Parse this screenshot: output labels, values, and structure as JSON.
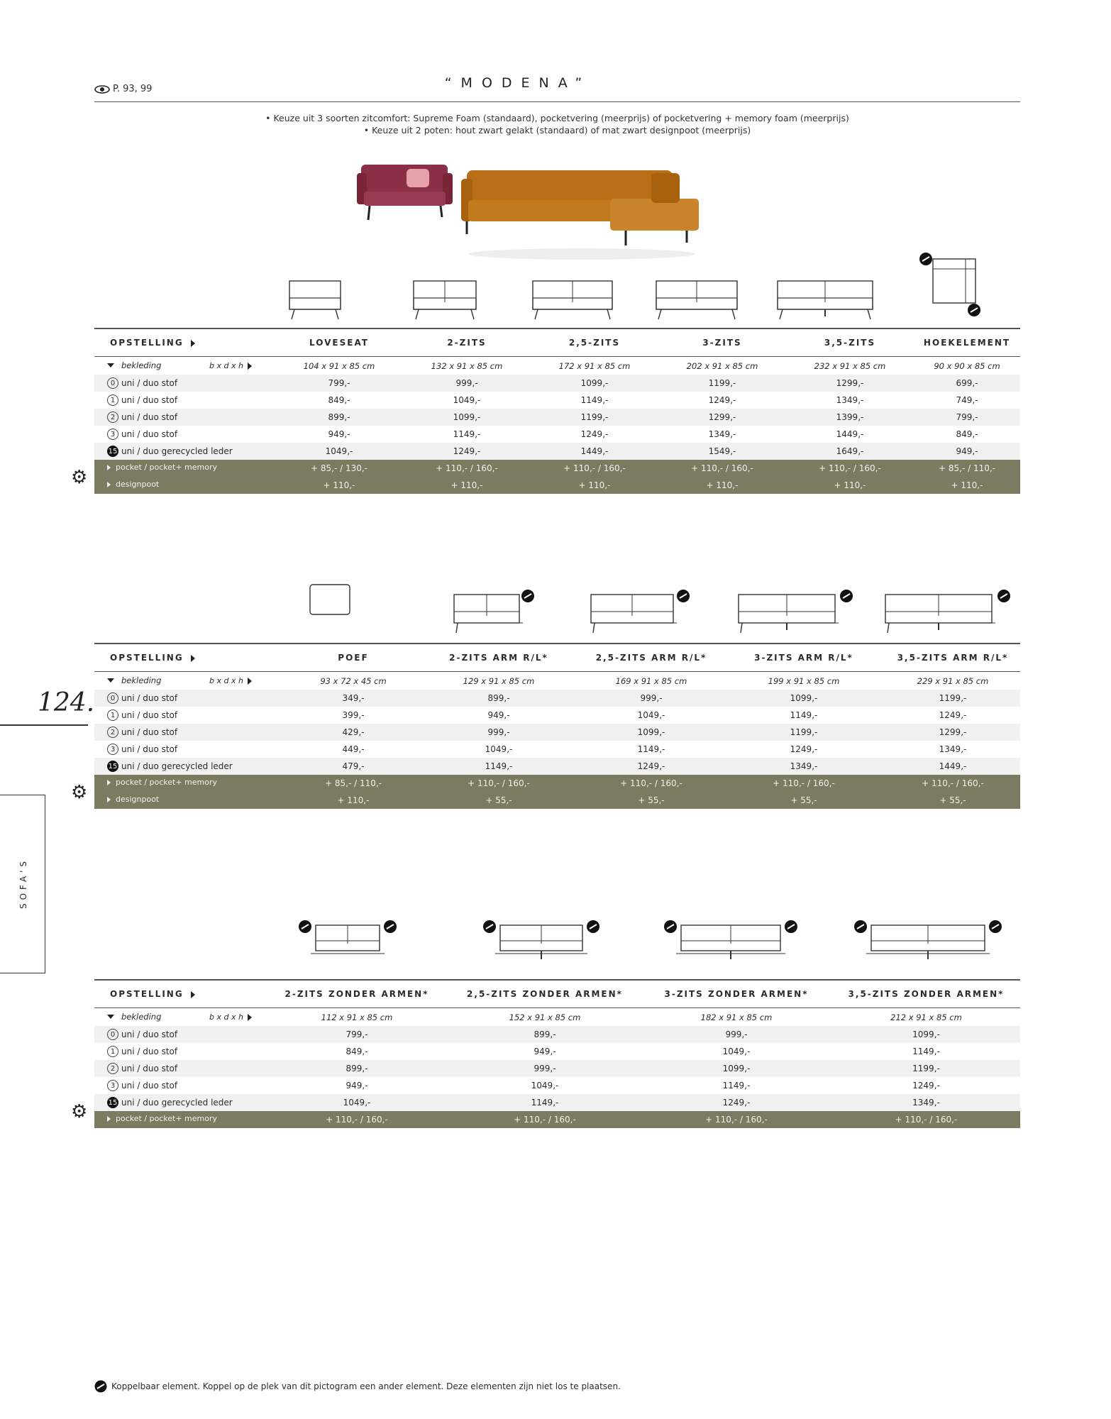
{
  "header": {
    "page_ref": "P. 93, 99",
    "title": "“MODENA”",
    "notes": [
      "• Keuze uit 3 soorten zitcomfort: Supreme Foam (standaard), pocketvering (meerprijs) of pocketvering + memory foam (meerprijs)",
      "• Keuze uit 2 poten: hout zwart gelakt (standaard) of mat zwart designpoot (meerprijs)"
    ]
  },
  "labels": {
    "opstelling": "OPSTELLING",
    "bekleding": "bekleding",
    "dims": "b x d x h",
    "row_labels": [
      "uni / duo stof",
      "uni / duo stof",
      "uni / duo stof",
      "uni / duo stof",
      "uni / duo gerecycled leder"
    ],
    "row_badges": [
      "0",
      "1",
      "2",
      "3",
      "15"
    ],
    "pocket": "pocket / pocket+ memory",
    "designpoot": "designpoot"
  },
  "tables": [
    {
      "columns": [
        "LOVESEAT",
        "2-ZITS",
        "2,5-ZITS",
        "3-ZITS",
        "3,5-ZITS",
        "HOEKELEMENT"
      ],
      "dims": [
        "104 x 91 x 85 cm",
        "132 x 91 x 85 cm",
        "172 x 91 x 85 cm",
        "202 x 91 x 85 cm",
        "232 x 91 x 85 cm",
        "90 x 90 x 85 cm"
      ],
      "prices": [
        [
          "799,-",
          "999,-",
          "1099,-",
          "1199,-",
          "1299,-",
          "699,-"
        ],
        [
          "849,-",
          "1049,-",
          "1149,-",
          "1249,-",
          "1349,-",
          "749,-"
        ],
        [
          "899,-",
          "1099,-",
          "1199,-",
          "1299,-",
          "1399,-",
          "799,-"
        ],
        [
          "949,-",
          "1149,-",
          "1249,-",
          "1349,-",
          "1449,-",
          "849,-"
        ],
        [
          "1049,-",
          "1249,-",
          "1449,-",
          "1549,-",
          "1649,-",
          "949,-"
        ]
      ],
      "pocket": [
        "+ 85,- / 130,-",
        "+ 110,- / 160,-",
        "+ 110,- / 160,-",
        "+ 110,- / 160,-",
        "+ 110,- / 160,-",
        "+ 85,- / 110,-"
      ],
      "designpoot": [
        "+ 110,-",
        "+ 110,-",
        "+ 110,-",
        "+ 110,-",
        "+ 110,-",
        "+ 110,-"
      ]
    },
    {
      "columns": [
        "POEF",
        "2-ZITS ARM R/L*",
        "2,5-ZITS ARM R/L*",
        "3-ZITS ARM R/L*",
        "3,5-ZITS ARM R/L*"
      ],
      "dims": [
        "93 x 72 x 45 cm",
        "129 x 91 x 85 cm",
        "169 x 91 x 85 cm",
        "199 x 91 x 85 cm",
        "229 x 91 x 85 cm"
      ],
      "prices": [
        [
          "349,-",
          "899,-",
          "999,-",
          "1099,-",
          "1199,-"
        ],
        [
          "399,-",
          "949,-",
          "1049,-",
          "1149,-",
          "1249,-"
        ],
        [
          "429,-",
          "999,-",
          "1099,-",
          "1199,-",
          "1299,-"
        ],
        [
          "449,-",
          "1049,-",
          "1149,-",
          "1249,-",
          "1349,-"
        ],
        [
          "479,-",
          "1149,-",
          "1249,-",
          "1349,-",
          "1449,-"
        ]
      ],
      "pocket": [
        "+ 85,- / 110,-",
        "+ 110,- / 160,-",
        "+ 110,- / 160,-",
        "+ 110,- / 160,-",
        "+ 110,- / 160,-"
      ],
      "designpoot": [
        "+ 110,-",
        "+ 55,-",
        "+ 55,-",
        "+ 55,-",
        "+ 55,-"
      ]
    },
    {
      "columns": [
        "2-ZITS ZONDER ARMEN*",
        "2,5-ZITS ZONDER ARMEN*",
        "3-ZITS ZONDER ARMEN*",
        "3,5-ZITS ZONDER ARMEN*"
      ],
      "dims": [
        "112 x 91 x 85 cm",
        "152 x 91 x 85 cm",
        "182 x 91 x 85 cm",
        "212 x 91 x 85 cm"
      ],
      "prices": [
        [
          "799,-",
          "899,-",
          "999,-",
          "1099,-"
        ],
        [
          "849,-",
          "949,-",
          "1049,-",
          "1149,-"
        ],
        [
          "899,-",
          "999,-",
          "1099,-",
          "1199,-"
        ],
        [
          "949,-",
          "1049,-",
          "1149,-",
          "1249,-"
        ],
        [
          "1049,-",
          "1149,-",
          "1249,-",
          "1349,-"
        ]
      ],
      "pocket": [
        "+ 110,- / 160,-",
        "+ 110,- / 160,-",
        "+ 110,- / 160,-",
        "+ 110,- / 160,-"
      ]
    }
  ],
  "side": {
    "page_number": "124.",
    "section": "SOFA'S"
  },
  "footer": {
    "note": "Koppelbaar element. Koppel op de plek van dit pictogram een ander element. Deze elementen zijn niet los te plaatsen."
  },
  "colors": {
    "option_band": "#7d7a62",
    "photo_red": "#8a2f45",
    "photo_orange": "#c27a1e"
  }
}
